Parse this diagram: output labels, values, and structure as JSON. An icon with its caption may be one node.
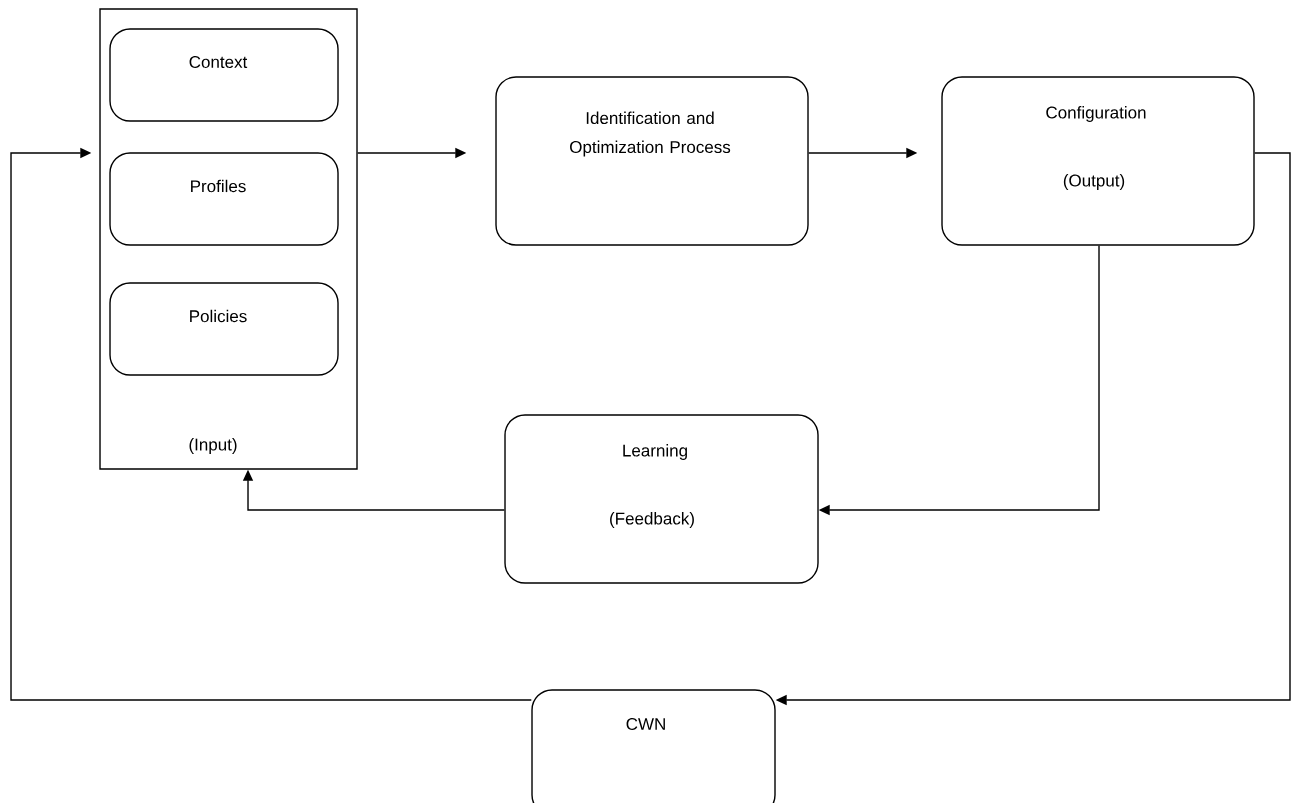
{
  "diagram": {
    "nodes": [
      {
        "text": [
          "(Input)"
        ]
      },
      {
        "text": [
          "Context"
        ],
        "in": 0
      },
      {
        "text": [
          "Profiles"
        ],
        "in": 0
      },
      {
        "text": [
          "Policies"
        ],
        "in": 0
      },
      {
        "text": [
          "Identification and Optimization Process"
        ]
      },
      {
        "text": [
          "Configuration",
          "(Output)"
        ]
      },
      {
        "text": [
          "Learning",
          "(Feedback)"
        ]
      },
      {
        "text": [
          "CWN"
        ]
      }
    ],
    "edges": [
      {
        "from": 0,
        "to": 4,
        "arrow": "to"
      },
      {
        "from": 4,
        "to": 5,
        "arrow": "to"
      },
      {
        "from": 5,
        "to": 6,
        "arrow": "to"
      },
      {
        "from": 6,
        "to": 0,
        "arrow": "to"
      },
      {
        "from": 5,
        "to": 7,
        "arrow": "to"
      },
      {
        "from": 7,
        "to": 0,
        "arrow": "to"
      }
    ]
  }
}
